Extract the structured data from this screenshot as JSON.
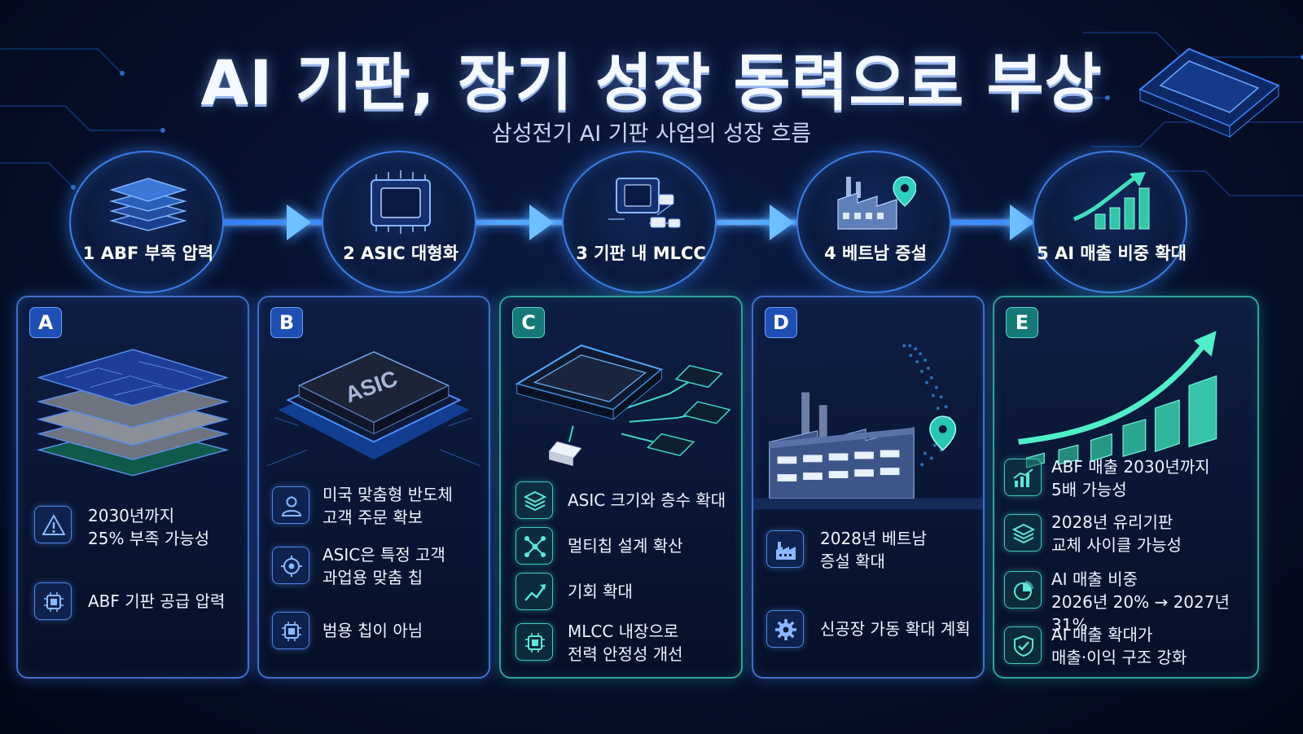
{
  "title": "AI 기판, 장기 성장 동력으로 부상",
  "subtitle": "삼성전기 AI 기판 사업의 성장 흐름",
  "colors": {
    "accent_blue": "#3a7ee6",
    "accent_teal": "#2fa39c",
    "background": "#071230"
  },
  "steps": [
    {
      "label": "1 ABF 부족 압력",
      "icon": "substrate-layers-icon"
    },
    {
      "label": "2 ASIC 대형화",
      "icon": "chip-icon"
    },
    {
      "label": "3 기판 내 MLCC",
      "icon": "chip-mlcc-icon"
    },
    {
      "label": "4 베트남 증설",
      "icon": "factory-location-icon"
    },
    {
      "label": "5 AI 매출 비중 확대",
      "icon": "growth-chart-icon"
    }
  ],
  "cards": [
    {
      "badge": "A",
      "items": [
        {
          "icon": "warning-icon",
          "text": "2030년까지\n25% 부족 가능성"
        },
        {
          "icon": "chip-icon",
          "text": "ABF 기판 공급 압력"
        }
      ]
    },
    {
      "badge": "B",
      "chip_label": "ASIC",
      "items": [
        {
          "icon": "user-icon",
          "text": "미국 맞춤형 반도체\n고객 주문 확보"
        },
        {
          "icon": "target-icon",
          "text": "ASIC은 특정 고객\n과업용 맞춤 칩"
        },
        {
          "icon": "chip-icon",
          "text": "범용 칩이 아님"
        }
      ]
    },
    {
      "badge": "C",
      "items": [
        {
          "icon": "layers-icon",
          "text": "ASIC 크기와 층수 확대"
        },
        {
          "icon": "network-icon",
          "text": "멀티칩 설계 확산"
        },
        {
          "icon": "trend-icon",
          "text": "기회 확대"
        },
        {
          "icon": "chip-icon",
          "text": "MLCC 내장으로\n전력 안정성 개선"
        }
      ]
    },
    {
      "badge": "D",
      "items": [
        {
          "icon": "factory-icon",
          "text": "2028년 베트남\n증설 확대"
        },
        {
          "icon": "gear-icon",
          "text": "신공장 가동 확대 계획"
        }
      ]
    },
    {
      "badge": "E",
      "items": [
        {
          "icon": "bar-chart-icon",
          "text": "ABF 매출 2030년까지\n5배 가능성"
        },
        {
          "icon": "layers-icon",
          "text": "2028년 유리기판\n교체 사이클 가능성"
        },
        {
          "icon": "pie-chart-icon",
          "text": "AI 매출 비중\n2026년 20% → 2027년 31%"
        },
        {
          "icon": "shield-icon",
          "text": "AI 매출 확대가\n매출·이익 구조 강화"
        }
      ]
    }
  ]
}
